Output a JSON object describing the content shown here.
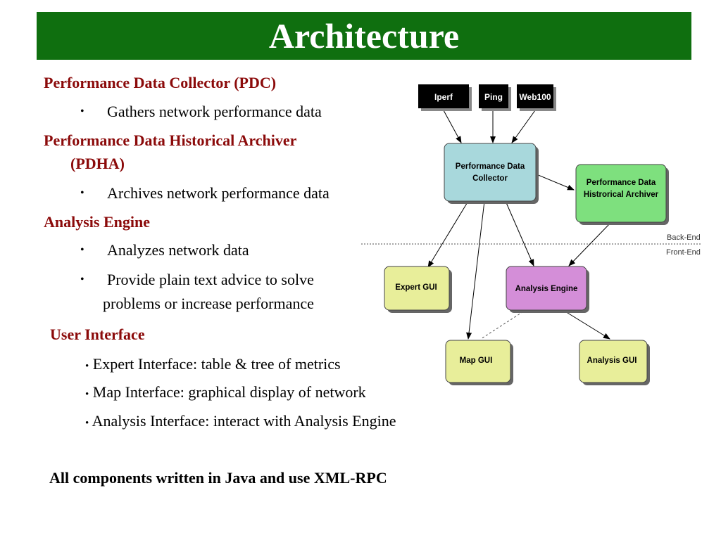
{
  "title": "Architecture",
  "pdc": {
    "heading": "Performance Data Collector (PDC)",
    "bullet": "Gathers network performance data"
  },
  "pdha": {
    "heading_line1": "Performance Data Historical Archiver",
    "heading_line2": "(PDHA)",
    "bullet": "Archives network performance data"
  },
  "analysis_engine": {
    "heading": "Analysis Engine",
    "bullet1": "Analyzes network data",
    "bullet2_line1": "Provide plain text advice to solve",
    "bullet2_line2": "problems or increase performance"
  },
  "user_interface": {
    "heading": "User Interface",
    "items": [
      "Expert Interface: table & tree of metrics",
      "Map Interface: graphical display of network",
      "Analysis Interface: interact with Analysis Engine"
    ]
  },
  "footer": "All components written in Java and use XML-RPC",
  "diagram": {
    "sources": [
      "Iperf",
      "Ping",
      "Web100"
    ],
    "collector": [
      "Performance Data",
      "Collector"
    ],
    "archiver": [
      "Performance Data",
      "Histrorical Archiver"
    ],
    "expert_gui": "Expert GUI",
    "analysis_engine": "Analysis Engine",
    "map_gui": "Map GUI",
    "analysis_gui": "Analysis GUI",
    "back_end": "Back-End",
    "front_end": "Front-End",
    "colors": {
      "source": "#000000",
      "collector": "#a8d8dc",
      "archiver": "#7ee07e",
      "gui": "#e8ee9a",
      "engine": "#d48ed8",
      "title_bar": "#0f6f0f",
      "heading": "#8b0a0a"
    }
  }
}
